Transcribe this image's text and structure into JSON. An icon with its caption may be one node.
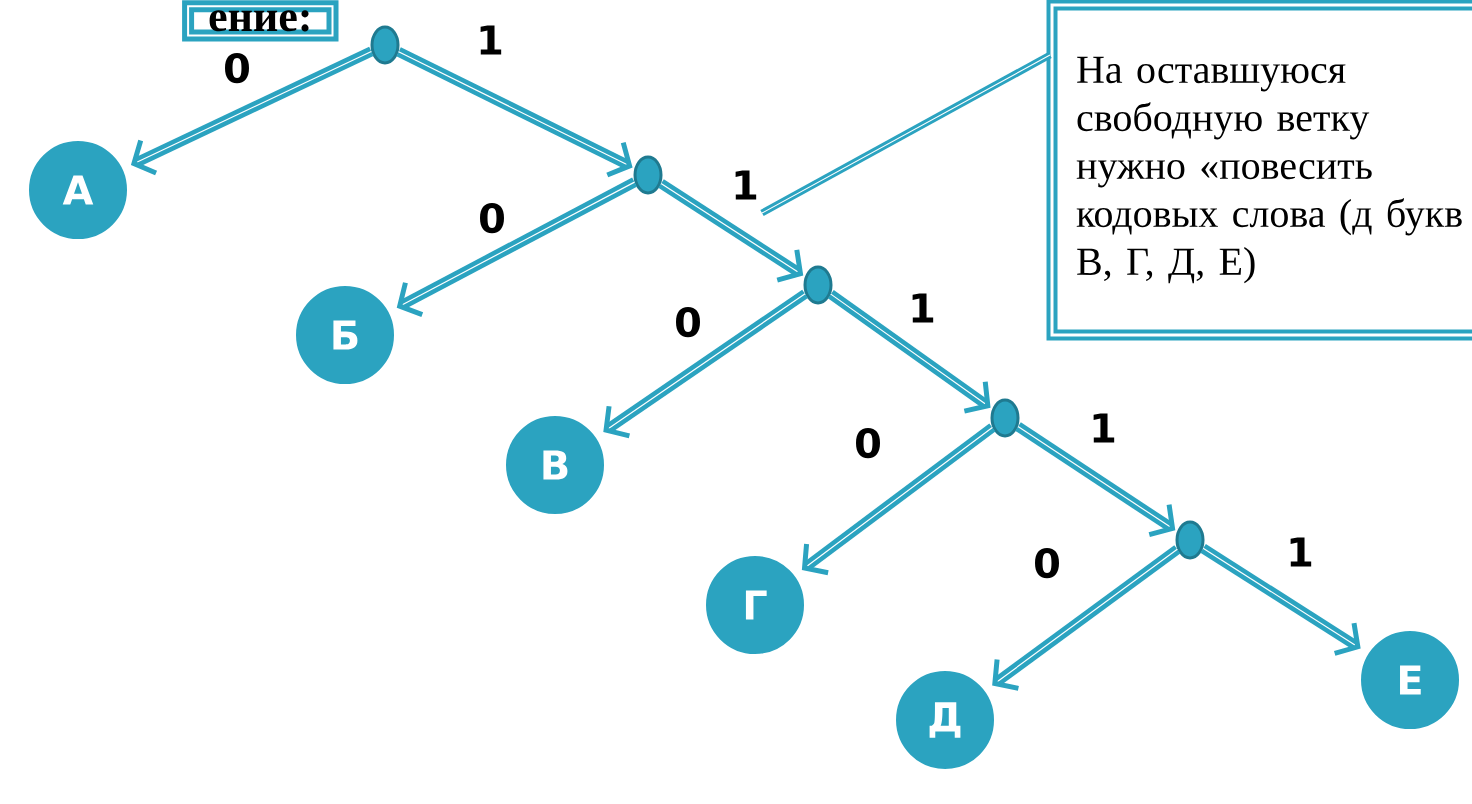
{
  "diagram": {
    "title": "ение:",
    "nodes": [
      {
        "text": [],
        "shape": "circle"
      },
      {
        "text": [
          "А"
        ]
      },
      {
        "text": [],
        "shape": "circle"
      },
      {
        "text": [
          "Б"
        ]
      },
      {
        "text": [],
        "shape": "circle"
      },
      {
        "text": [
          "В"
        ]
      },
      {
        "text": [],
        "shape": "circle"
      },
      {
        "text": [
          "Г"
        ]
      },
      {
        "text": [],
        "shape": "circle"
      },
      {
        "text": [
          "Д"
        ]
      },
      {
        "text": [
          "Е"
        ]
      },
      {
        "text": [
          "На оставшуюся свободную ветку нужно «повесить кодовых слова (д букв В, Г, Д, Е)"
        ]
      }
    ],
    "edges": [
      {
        "from": 0,
        "to": 1,
        "arrow": "to",
        "label": "0"
      },
      {
        "from": 0,
        "to": 2,
        "arrow": "to",
        "label": "1"
      },
      {
        "from": 2,
        "to": 3,
        "arrow": "to",
        "label": "0"
      },
      {
        "from": 2,
        "to": 4,
        "arrow": "to",
        "label": "1"
      },
      {
        "from": 4,
        "to": 5,
        "arrow": "to",
        "label": "0"
      },
      {
        "from": 4,
        "to": 6,
        "arrow": "to",
        "label": "1"
      },
      {
        "from": 6,
        "to": 7,
        "arrow": "to",
        "label": "0"
      },
      {
        "from": 6,
        "to": 8,
        "arrow": "to",
        "label": "1"
      },
      {
        "from": 8,
        "to": 9,
        "arrow": "to",
        "label": "0"
      },
      {
        "from": 8,
        "to": 10,
        "arrow": "to",
        "label": "1"
      },
      {
        "from": 11,
        "to": null,
        "arrow": "none"
      }
    ]
  }
}
